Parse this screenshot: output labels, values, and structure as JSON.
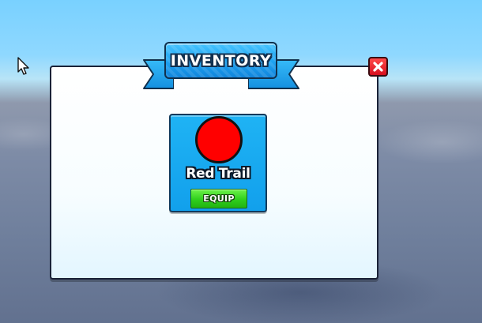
{
  "inventory": {
    "title": "INVENTORY",
    "close_icon": "close-x-icon",
    "items": [
      {
        "name": "Red Trail",
        "icon": "red-circle-icon",
        "icon_color": "#ff0000",
        "button_label": "EQUIP"
      }
    ]
  },
  "colors": {
    "panel_bg": "#ffffff",
    "banner_blue": "#1ea2f0",
    "card_blue": "#12a0ec",
    "equip_green": "#2fcf1c",
    "close_red": "#e0141f"
  }
}
